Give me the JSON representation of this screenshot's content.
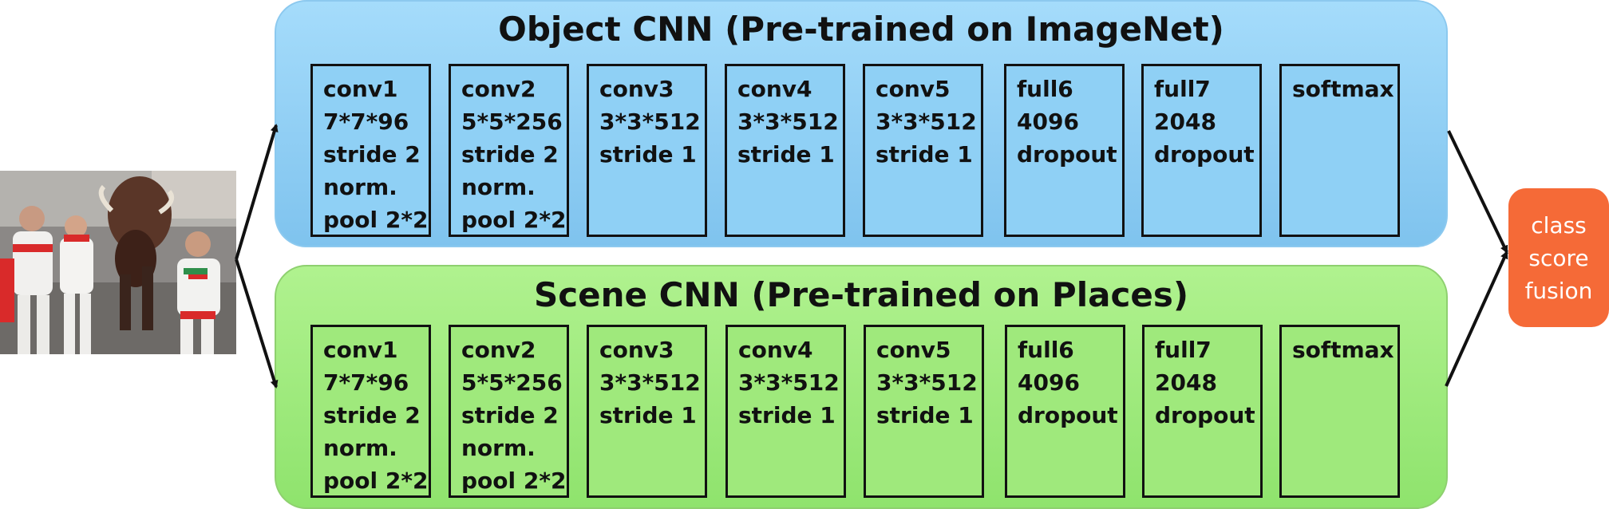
{
  "object_cnn": {
    "title": "Object CNN (Pre-trained on ImageNet)",
    "layers": [
      {
        "lines": [
          "conv1",
          "7*7*96",
          "stride 2",
          "norm.",
          "pool 2*2"
        ]
      },
      {
        "lines": [
          "conv2",
          "5*5*256",
          "stride 2",
          "norm.",
          "pool 2*2"
        ]
      },
      {
        "lines": [
          "conv3",
          "3*3*512",
          "stride 1"
        ]
      },
      {
        "lines": [
          "conv4",
          "3*3*512",
          "stride 1"
        ]
      },
      {
        "lines": [
          "conv5",
          "3*3*512",
          "stride 1"
        ]
      },
      {
        "lines": [
          "full6",
          "4096",
          "dropout"
        ]
      },
      {
        "lines": [
          "full7",
          "2048",
          "dropout"
        ]
      },
      {
        "lines": [
          "softmax"
        ]
      }
    ],
    "color": "#8fd0f5"
  },
  "scene_cnn": {
    "title": "Scene CNN (Pre-trained on Places)",
    "layers": [
      {
        "lines": [
          "conv1",
          "7*7*96",
          "stride 2",
          "norm.",
          "pool 2*2"
        ]
      },
      {
        "lines": [
          "conv2",
          "5*5*256",
          "stride 2",
          "norm.",
          "pool 2*2"
        ]
      },
      {
        "lines": [
          "conv3",
          "3*3*512",
          "stride 1"
        ]
      },
      {
        "lines": [
          "conv4",
          "3*3*512",
          "stride 1"
        ]
      },
      {
        "lines": [
          "conv5",
          "3*3*512",
          "stride 1"
        ]
      },
      {
        "lines": [
          "full6",
          "4096",
          "dropout"
        ]
      },
      {
        "lines": [
          "full7",
          "2048",
          "dropout"
        ]
      },
      {
        "lines": [
          "softmax"
        ]
      }
    ],
    "color": "#9fe97c"
  },
  "fusion": {
    "lines": [
      "class",
      "score",
      "fusion"
    ],
    "color": "#f56a37"
  }
}
